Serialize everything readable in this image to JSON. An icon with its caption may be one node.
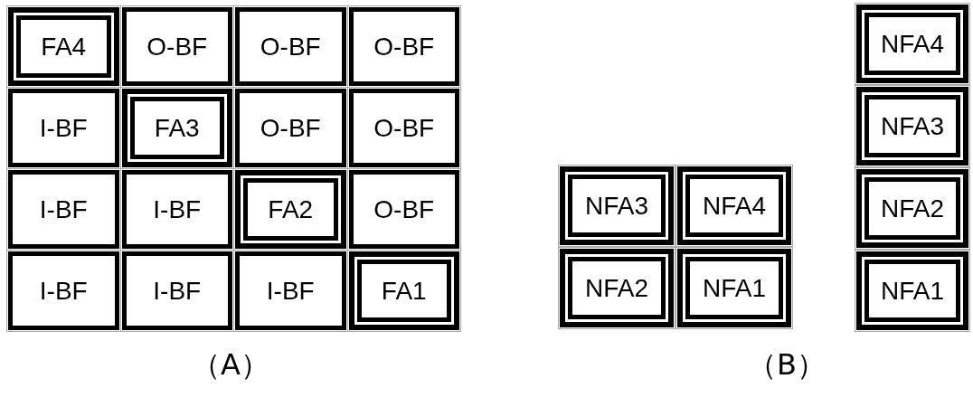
{
  "diagram": {
    "nodes": [
      {
        "text": [
          "FA4"
        ]
      },
      {
        "text": [
          "O-BF"
        ]
      },
      {
        "text": [
          "O-BF"
        ]
      },
      {
        "text": [
          "O-BF"
        ]
      },
      {
        "text": [
          "I-BF"
        ]
      },
      {
        "text": [
          "FA3"
        ]
      },
      {
        "text": [
          "O-BF"
        ]
      },
      {
        "text": [
          "O-BF"
        ]
      },
      {
        "text": [
          "I-BF"
        ]
      },
      {
        "text": [
          "I-BF"
        ]
      },
      {
        "text": [
          "FA2"
        ]
      },
      {
        "text": [
          "O-BF"
        ]
      },
      {
        "text": [
          "I-BF"
        ]
      },
      {
        "text": [
          "I-BF"
        ]
      },
      {
        "text": [
          "I-BF"
        ]
      },
      {
        "text": [
          "FA1"
        ]
      },
      {
        "text": [
          "NFA3"
        ]
      },
      {
        "text": [
          "NFA4"
        ]
      },
      {
        "text": [
          "NFA2"
        ]
      },
      {
        "text": [
          "NFA1"
        ]
      },
      {
        "text": [
          "NFA4"
        ]
      },
      {
        "text": [
          "NFA3"
        ]
      },
      {
        "text": [
          "NFA2"
        ]
      },
      {
        "text": [
          "NFA1"
        ]
      }
    ],
    "labels": [
      "（A）",
      "（B）"
    ]
  }
}
